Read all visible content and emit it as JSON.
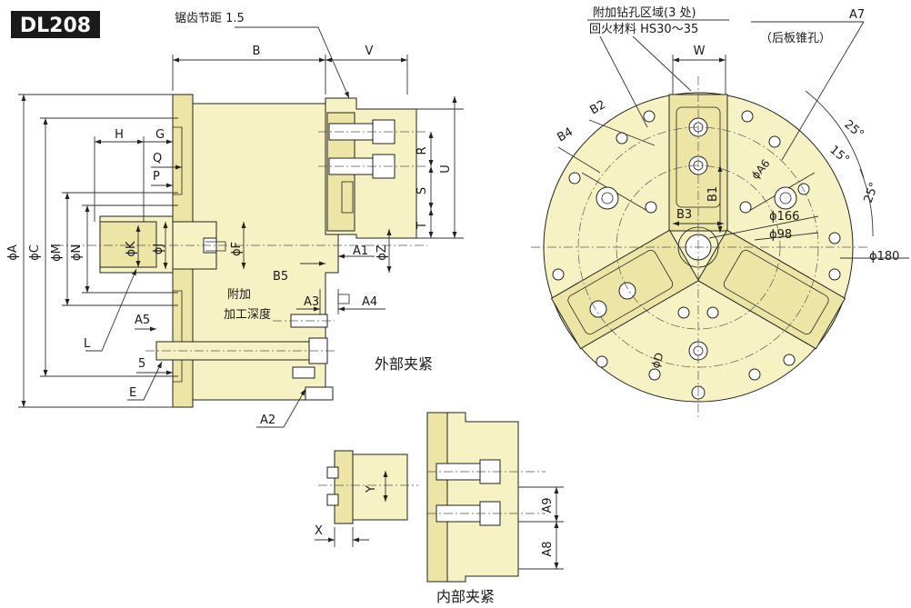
{
  "model": {
    "code": "DL208"
  },
  "colors": {
    "part_fill": "#f7f2c4",
    "part_dark": "#ede5a6",
    "badge": "#1a1a1a",
    "line": "#222222"
  },
  "side_view": {
    "serration_note": "锯齿节距 1.5",
    "labels": {
      "B": "B",
      "V": "V",
      "H": "H",
      "G": "G",
      "Q": "Q",
      "P": "P",
      "R": "R",
      "S": "S",
      "T": "T",
      "U": "U",
      "phiA": "ϕA",
      "phiC": "ϕC",
      "phiM": "ϕM",
      "phiN": "ϕN",
      "phiK": "ϕK",
      "phiJ": "ϕJ",
      "phiF": "ϕF",
      "phiZ": "ϕZ",
      "A1": "A1",
      "B5": "B5",
      "A3": "A3",
      "A4": "A4",
      "A5": "A5",
      "five": "5",
      "L": "L",
      "E": "E",
      "A2": "A2"
    },
    "extra_depth_line1": "附加",
    "extra_depth_line2": "加工深度",
    "outer_clamp": "外部夹紧"
  },
  "front_view": {
    "drill_area_line1": "附加钻孔区域(3 处)",
    "drill_area_line2": "回火材料 HS30～35",
    "A7": "A7",
    "taper_hole": "（后板锥孔）",
    "labels": {
      "W": "W",
      "B2": "B2",
      "B4": "B4",
      "B1": "B1",
      "B3": "B3",
      "phiA6": "ϕA6",
      "phi166": "ϕ166",
      "phi98": "ϕ98",
      "phi180": "ϕ180",
      "phiD": "ϕD",
      "deg25a": "25°",
      "deg15": "15°",
      "deg25b": "25°"
    }
  },
  "inner_view": {
    "labels": {
      "Y": "Y",
      "X": "X",
      "A9": "A9",
      "A8": "A8"
    },
    "inner_clamp": "内部夹紧"
  }
}
